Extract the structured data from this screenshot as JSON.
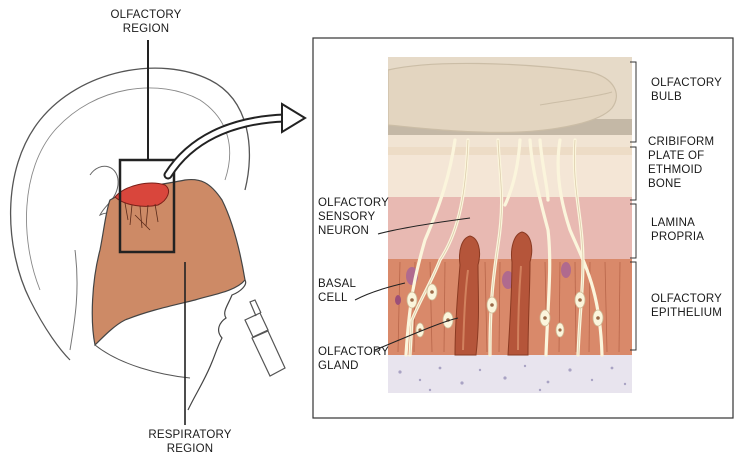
{
  "labels": {
    "olfactory_region": "OLFACTORY\nREGION",
    "respiratory_region": "RESPIRATORY\nREGION",
    "olfactory_bulb": "OLFACTORY\nBULB",
    "cribriform_plate": "CRIBIFORM\nPLATE OF\nETHMOID\nBONE",
    "lamina_propria": "LAMINA\nPROPRIA",
    "olfactory_epithelium": "OLFACTORY\nEPITHELIUM",
    "olfactory_sensory_neuron": "OLFACTORY\nSENSORY\nNEURON",
    "basal_cell": "BASAL\nCELL",
    "olfactory_gland": "OLFACTORY\nGLAND"
  },
  "colors": {
    "bulb": "#e6dac8",
    "bulb_outline": "#c9bca6",
    "plate_band": "#c4b8a6",
    "plate_layer": "#f1e4d3",
    "lamina": "#e8b9b2",
    "epithelium": "#d9896a",
    "epithelium_dark": "#b5553a",
    "mucus": "#e8e4ee",
    "neuron": "#fbf5dc",
    "nose_fill": "#cd8a66",
    "olfactory_patch": "#d9463c",
    "outline": "#444444"
  }
}
